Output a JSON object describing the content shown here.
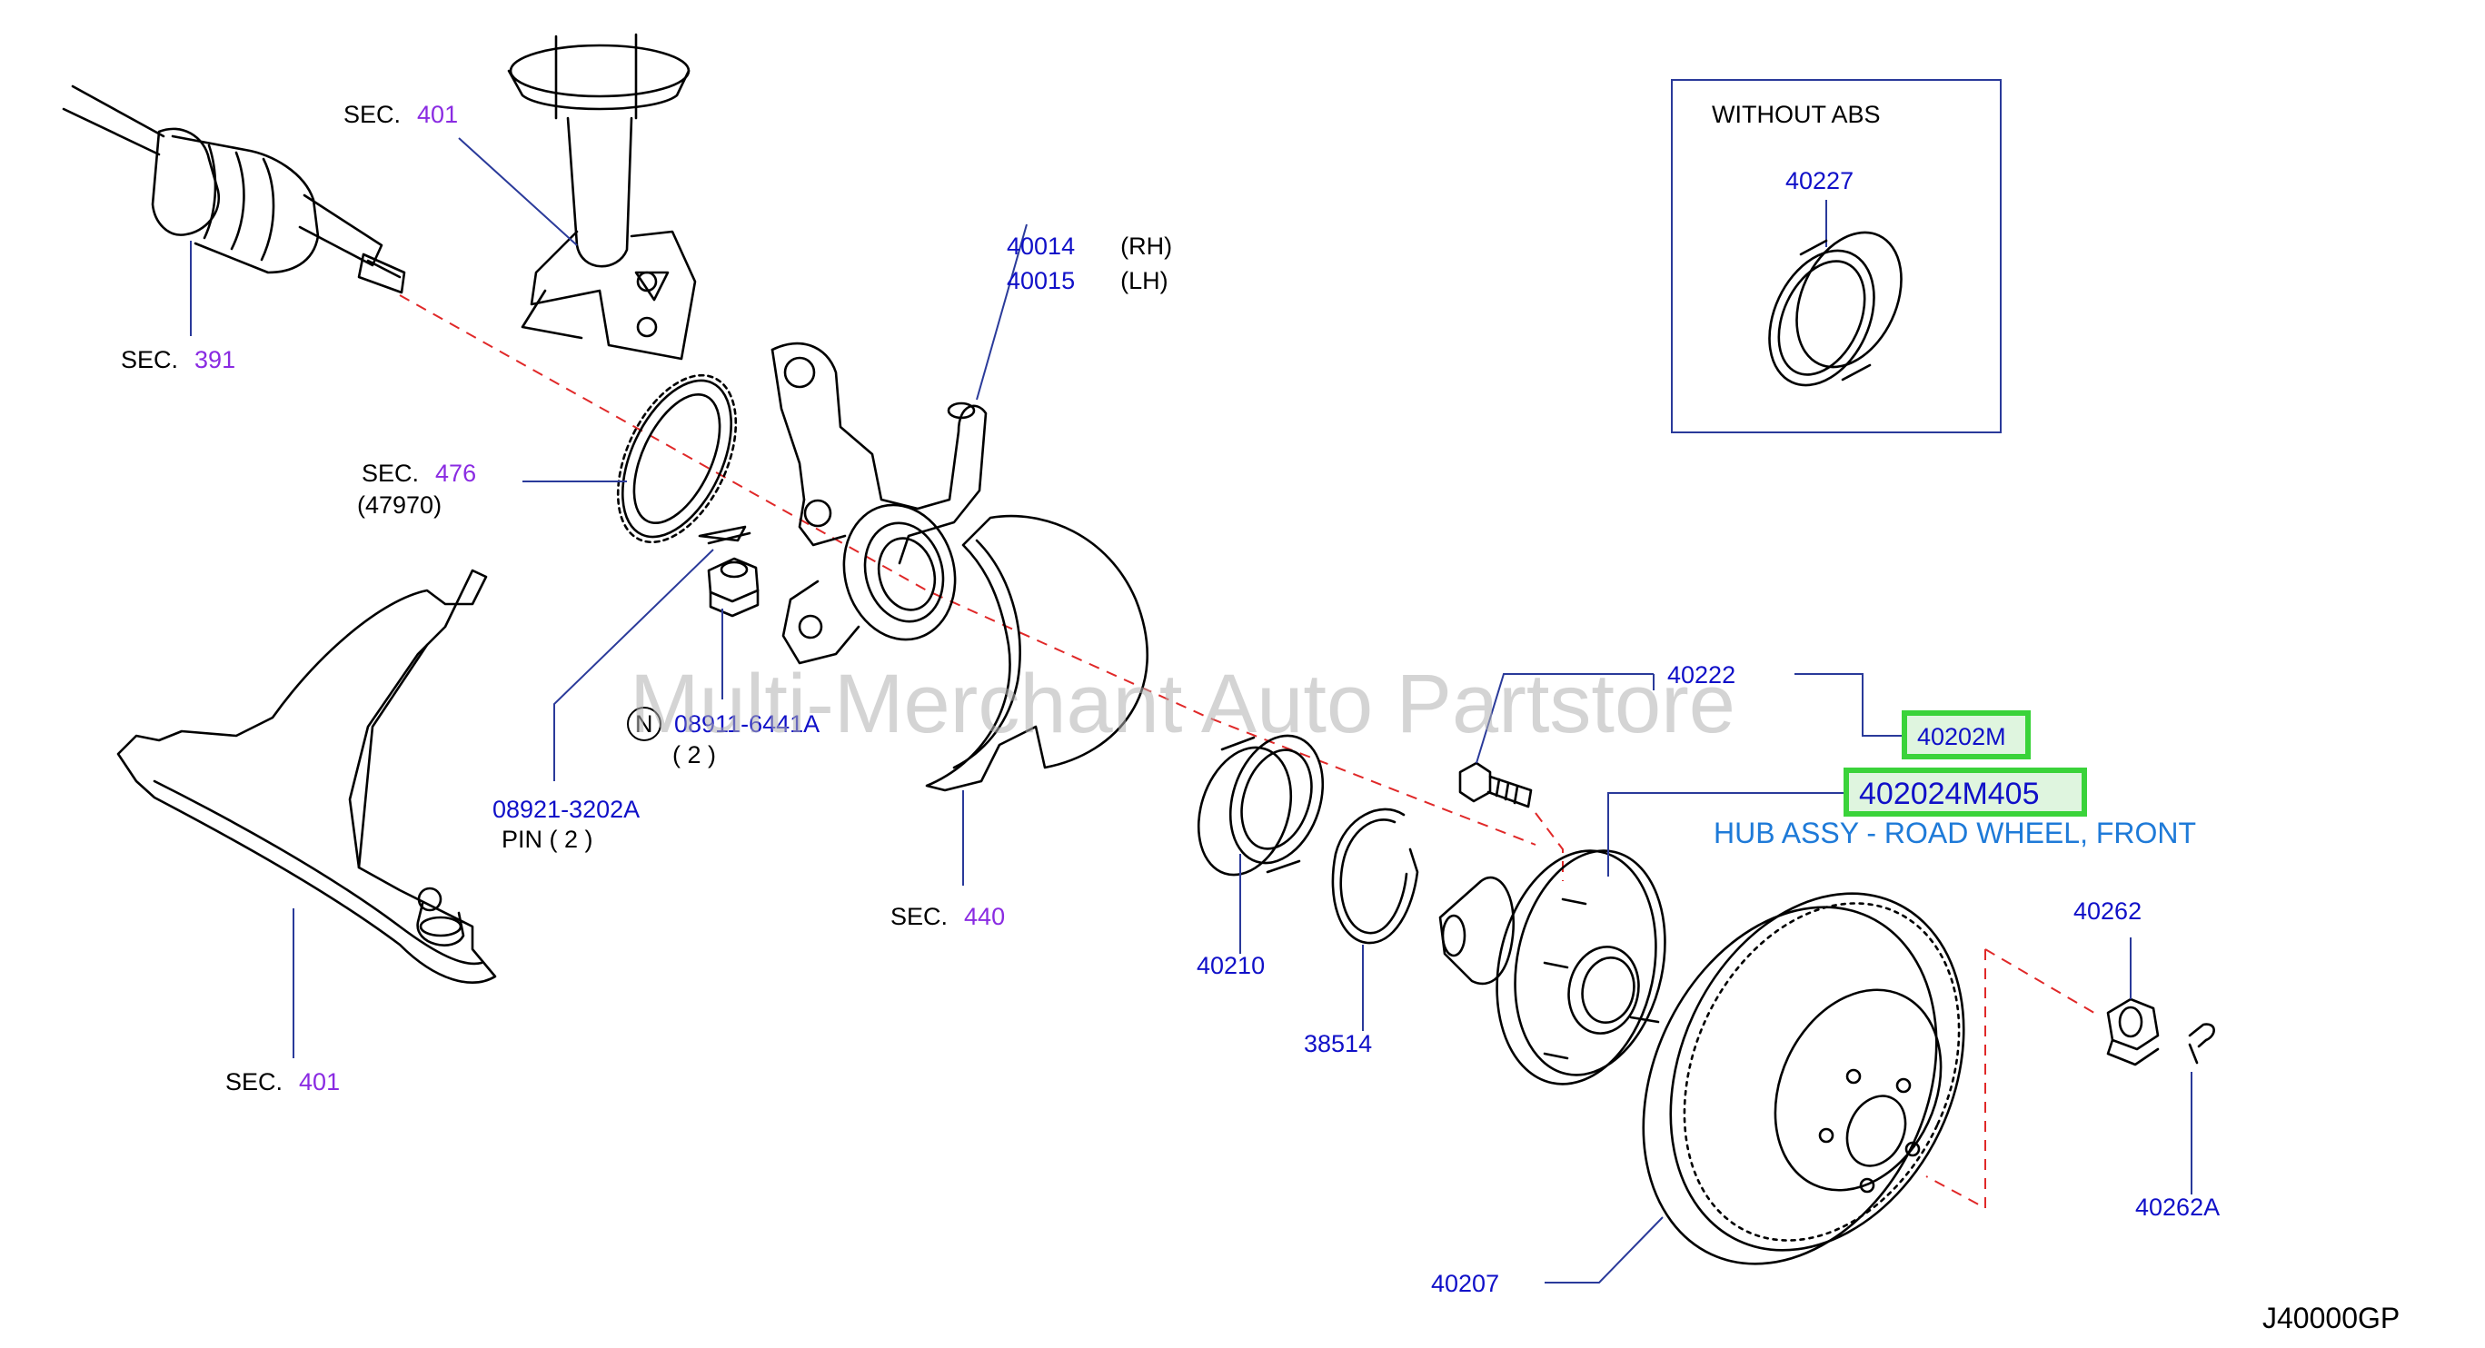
{
  "watermark": "Multi-Merchant Auto Partstore",
  "diagram_code": "J40000GP",
  "inset": {
    "title": "WITHOUT   ABS",
    "part": "40227"
  },
  "labels": {
    "sec_401_top": {
      "prefix": "SEC.",
      "num": "401"
    },
    "sec_391": {
      "prefix": "SEC.",
      "num": "391"
    },
    "sec_476": {
      "prefix": "SEC.",
      "num": "476",
      "sub": "(47970)"
    },
    "sec_440": {
      "prefix": "SEC.",
      "num": "440"
    },
    "sec_401_bottom": {
      "prefix": "SEC.",
      "num": "401"
    },
    "knuckle_rh": {
      "part": "40014",
      "side": "(RH)"
    },
    "knuckle_lh": {
      "part": "40015",
      "side": "(LH)"
    },
    "nut": {
      "badge": "N",
      "part": "08911-6441A",
      "qty": "( 2   )"
    },
    "pin": {
      "part": "08921-3202A",
      "desc": "PIN    ( 2 )"
    },
    "bearing": "40210",
    "snap_ring": "38514",
    "bolt": "40222",
    "hub_short": "40202M",
    "hub_full": "402024M405",
    "hub_desc": "HUB ASSY - ROAD WHEEL, FRONT",
    "rotor": "40207",
    "hub_nut": "40262",
    "cotter_pin": "40262A"
  },
  "colors": {
    "part_number": "#1010c8",
    "section_number": "#8a2be2",
    "highlight_box": "#3ad33a",
    "highlight_fill": "#dff5df",
    "hub_desc": "#1e7ad8",
    "centerline": "#e02828"
  }
}
